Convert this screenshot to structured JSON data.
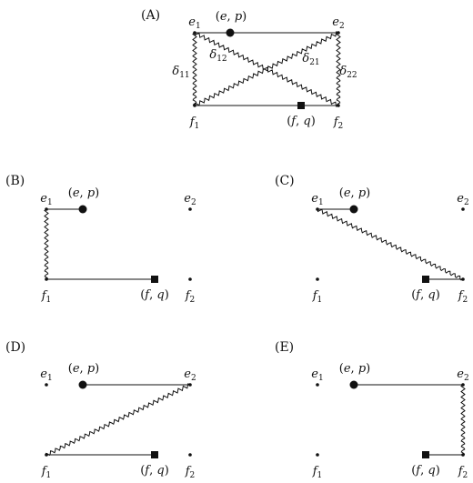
{
  "diagram": {
    "panels": [
      {
        "id": "A",
        "label": "(A)",
        "nodes": {
          "e1": {
            "label": "e",
            "sub": "1"
          },
          "e2": {
            "label": "e",
            "sub": "2"
          },
          "f1": {
            "label": "f",
            "sub": "1"
          },
          "f2": {
            "label": "f",
            "sub": "2"
          }
        },
        "markers": {
          "ep": {
            "shape": "circle",
            "label": "(e, p)"
          },
          "fq": {
            "shape": "square",
            "label": "(f, q)"
          }
        },
        "edges": [
          {
            "from": "e1",
            "to": "e2",
            "style": "straight"
          },
          {
            "from": "f1",
            "to": "f2",
            "style": "straight"
          },
          {
            "from": "e1",
            "to": "f1",
            "style": "wavy",
            "label": "δ",
            "sub": "11"
          },
          {
            "from": "e1",
            "to": "f2",
            "style": "wavy",
            "label": "δ",
            "sub": "12"
          },
          {
            "from": "e2",
            "to": "f1",
            "style": "wavy",
            "label": "δ",
            "sub": "21"
          },
          {
            "from": "e2",
            "to": "f2",
            "style": "wavy",
            "label": "δ",
            "sub": "22"
          }
        ]
      },
      {
        "id": "B",
        "label": "(B)",
        "nodes": {
          "e1": {
            "label": "e",
            "sub": "1"
          },
          "e2": {
            "label": "e",
            "sub": "2"
          },
          "f1": {
            "label": "f",
            "sub": "1"
          },
          "f2": {
            "label": "f",
            "sub": "2"
          }
        },
        "markers": {
          "ep": {
            "shape": "circle",
            "label": "(e, p)"
          },
          "fq": {
            "shape": "square",
            "label": "(f, q)"
          }
        },
        "edges": [
          {
            "from": "e1",
            "to": "ep",
            "style": "straight"
          },
          {
            "from": "e1",
            "to": "f1",
            "style": "wavy"
          },
          {
            "from": "f1",
            "to": "fq",
            "style": "straight"
          }
        ]
      },
      {
        "id": "C",
        "label": "(C)",
        "nodes": {
          "e1": {
            "label": "e",
            "sub": "1"
          },
          "e2": {
            "label": "e",
            "sub": "2"
          },
          "f1": {
            "label": "f",
            "sub": "1"
          },
          "f2": {
            "label": "f",
            "sub": "2"
          }
        },
        "markers": {
          "ep": {
            "shape": "circle",
            "label": "(e, p)"
          },
          "fq": {
            "shape": "square",
            "label": "(f, q)"
          }
        },
        "edges": [
          {
            "from": "e1",
            "to": "ep",
            "style": "straight"
          },
          {
            "from": "e1",
            "to": "f2",
            "style": "wavy"
          },
          {
            "from": "fq",
            "to": "f2",
            "style": "straight"
          }
        ]
      },
      {
        "id": "D",
        "label": "(D)",
        "nodes": {
          "e1": {
            "label": "e",
            "sub": "1"
          },
          "e2": {
            "label": "e",
            "sub": "2"
          },
          "f1": {
            "label": "f",
            "sub": "1"
          },
          "f2": {
            "label": "f",
            "sub": "2"
          }
        },
        "markers": {
          "ep": {
            "shape": "circle",
            "label": "(e, p)"
          },
          "fq": {
            "shape": "square",
            "label": "(f, q)"
          }
        },
        "edges": [
          {
            "from": "ep",
            "to": "e2",
            "style": "straight"
          },
          {
            "from": "e2",
            "to": "f1",
            "style": "wavy"
          },
          {
            "from": "f1",
            "to": "fq",
            "style": "straight"
          }
        ]
      },
      {
        "id": "E",
        "label": "(E)",
        "nodes": {
          "e1": {
            "label": "e",
            "sub": "1"
          },
          "e2": {
            "label": "e",
            "sub": "2"
          },
          "f1": {
            "label": "f",
            "sub": "1"
          },
          "f2": {
            "label": "f",
            "sub": "2"
          }
        },
        "markers": {
          "ep": {
            "shape": "circle",
            "label": "(e, p)"
          },
          "fq": {
            "shape": "square",
            "label": "(f, q)"
          }
        },
        "edges": [
          {
            "from": "ep",
            "to": "e2",
            "style": "straight"
          },
          {
            "from": "e2",
            "to": "f2",
            "style": "wavy"
          },
          {
            "from": "fq",
            "to": "f2",
            "style": "straight"
          }
        ]
      }
    ]
  }
}
